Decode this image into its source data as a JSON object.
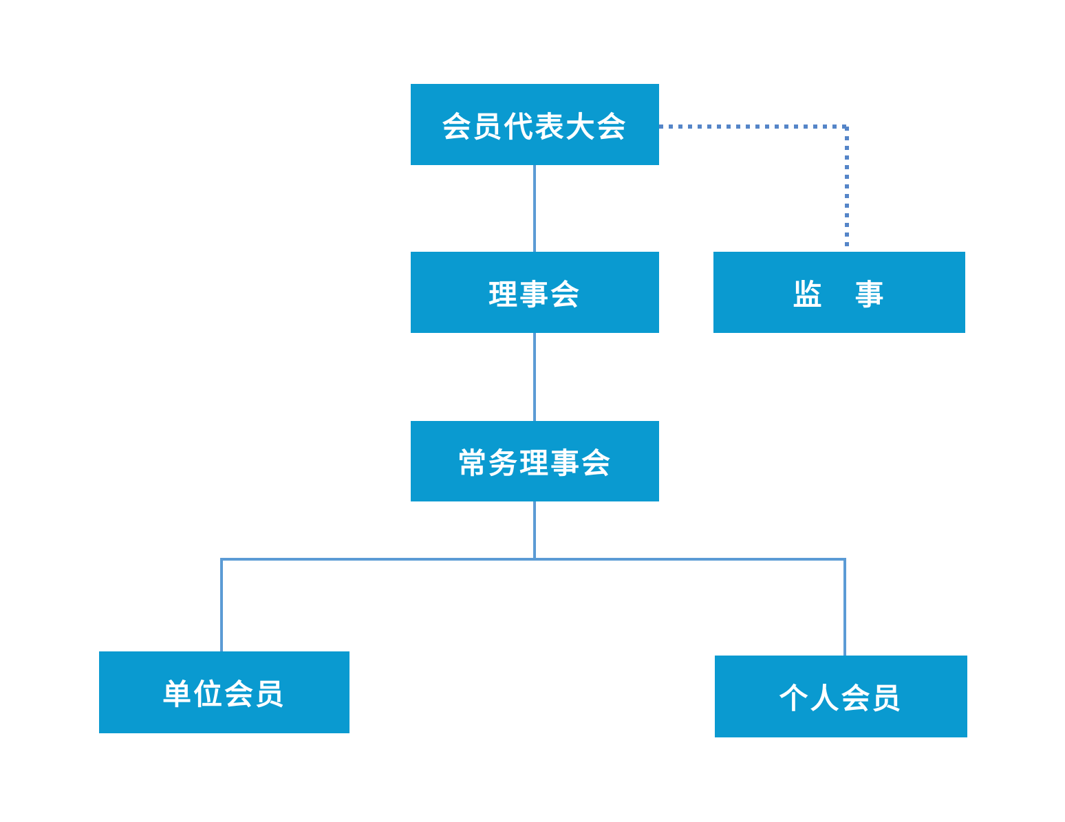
{
  "chart": {
    "type": "org-chart",
    "nodes": {
      "assembly": {
        "label": "会员代表大会"
      },
      "council": {
        "label": "理事会"
      },
      "supervisor": {
        "label": "监　事"
      },
      "standing_council": {
        "label": "常务理事会"
      },
      "unit_member": {
        "label": "单位会员"
      },
      "individual_member": {
        "label": "个人会员"
      }
    },
    "edges": [
      {
        "from": "assembly",
        "to": "council",
        "style": "solid"
      },
      {
        "from": "assembly",
        "to": "supervisor",
        "style": "dotted"
      },
      {
        "from": "council",
        "to": "standing_council",
        "style": "solid"
      },
      {
        "from": "standing_council",
        "to": "unit_member",
        "style": "solid"
      },
      {
        "from": "standing_council",
        "to": "individual_member",
        "style": "solid"
      }
    ],
    "colors": {
      "box_fill": "#0a9ad0",
      "box_text": "#ffffff",
      "connector_solid": "#5b9bd5",
      "connector_dotted": "#5585c8",
      "background": "#ffffff"
    }
  }
}
